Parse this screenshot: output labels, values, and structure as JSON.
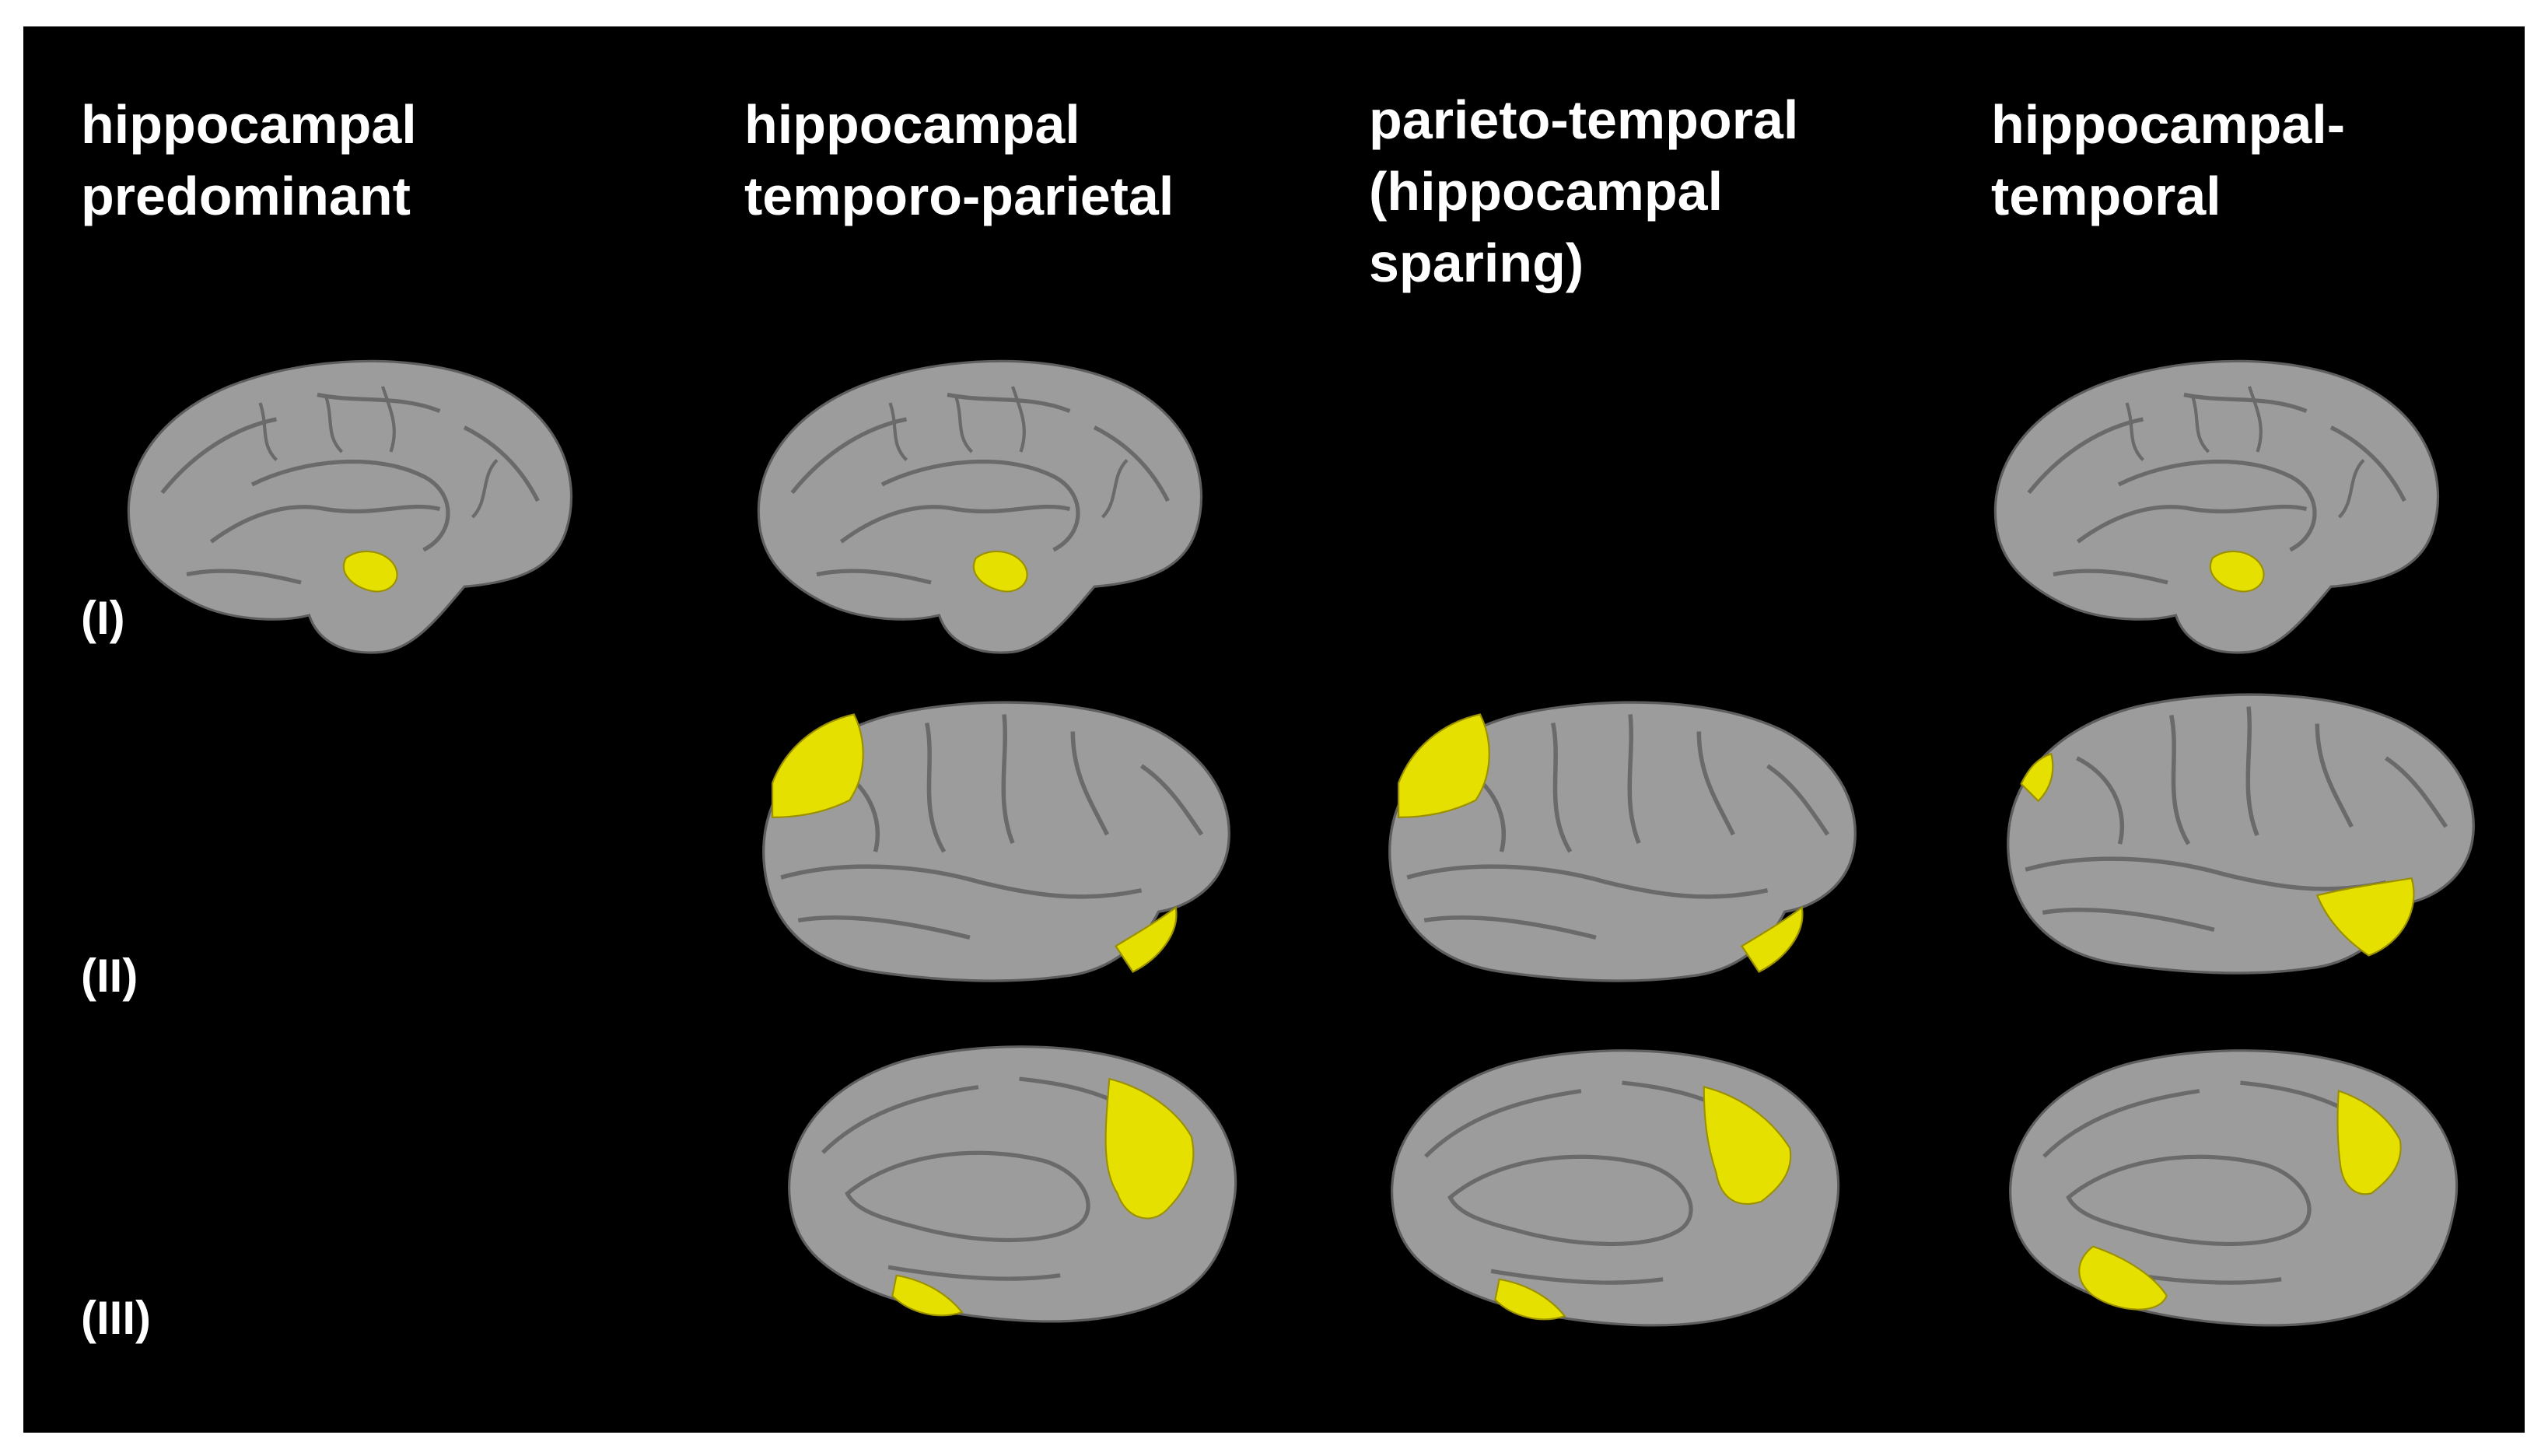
{
  "columns": [
    {
      "title_line1": "hippocampal",
      "title_line2": "predominant",
      "title_line3": ""
    },
    {
      "title_line1": "hippocampal",
      "title_line2": "temporo-parietal",
      "title_line3": ""
    },
    {
      "title_line1": "parieto-temporal",
      "title_line2": "(hippocampal",
      "title_line3": "sparing)"
    },
    {
      "title_line1": "hippocampal-",
      "title_line2": "temporal",
      "title_line3": ""
    }
  ],
  "rows": [
    {
      "label": "(I)"
    },
    {
      "label": "(II)"
    },
    {
      "label": "(III)"
    }
  ],
  "colors": {
    "background": "#000000",
    "cortex": "#9c9c9c",
    "atrophy_highlight": "#e6e000"
  },
  "icons": {
    "medial_view": "brain-medial-view-icon",
    "lateral_view": "brain-lateral-view-icon"
  }
}
